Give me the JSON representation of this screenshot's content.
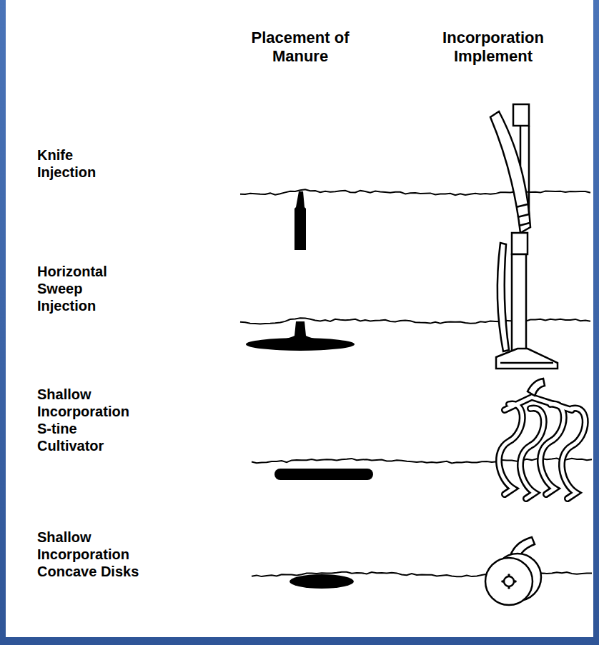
{
  "diagram": {
    "labels": [
      "Placement of Manure",
      "Incorporation Implement",
      "Knife Injection",
      "Horizontal Sweep Injection",
      "Shallow Incorporation S-tine Cultivator",
      "Shallow Incorporation Concave Disks"
    ]
  }
}
